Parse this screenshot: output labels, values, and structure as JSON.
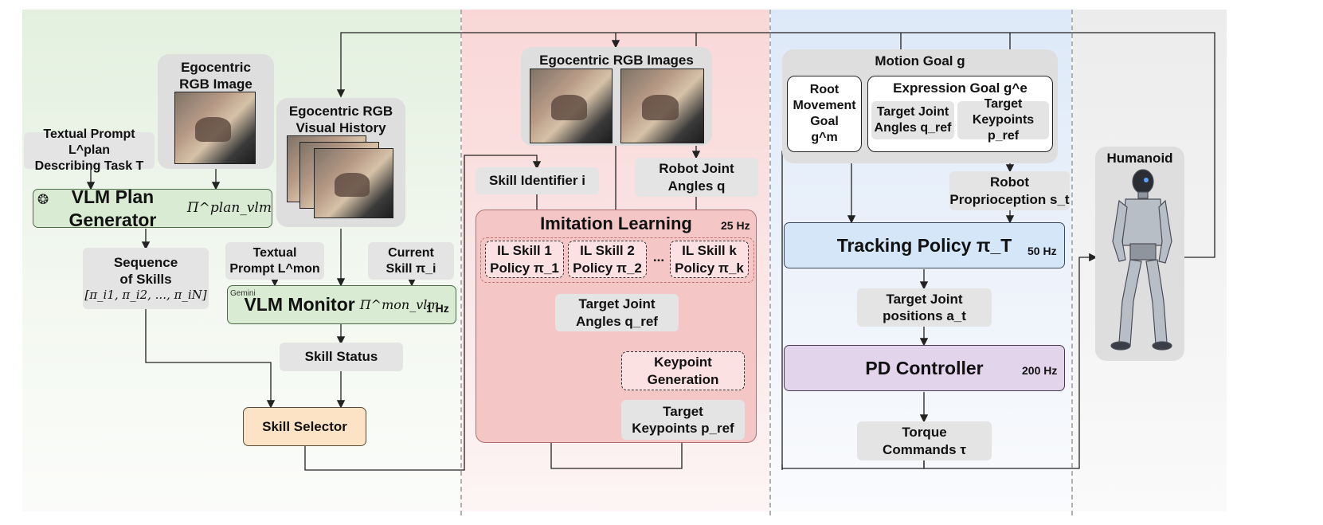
{
  "sections": {
    "planner": {
      "egocentric_image": "Egocentric\nRGB Image",
      "textual_prompt_task": "Textual Prompt L^plan\nDescribing Task T",
      "visual_history": "Egocentric RGB\nVisual History",
      "vlm_plan_generator": "VLM Plan Generator",
      "vlm_plan_math": "Π^plan_vlm",
      "sequence_of_skills": "Sequence\nof Skills",
      "sequence_math": "[π_i1, π_i2, ..., π_iN]",
      "textual_prompt_mon": "Textual\nPrompt L^mon",
      "current_skill": "Current\nSkill π_i",
      "vlm_monitor": "VLM Monitor",
      "vlm_monitor_math": "Π^mon_vlm",
      "monitor_rate": "1 Hz",
      "gemini_label": "Gemini",
      "skill_status": "Skill Status",
      "skill_selector": "Skill Selector"
    },
    "imitation": {
      "rgb_images": "Egocentric RGB Images",
      "skill_identifier": "Skill Identifier i",
      "robot_joint_angles": "Robot Joint\nAngles q",
      "title": "Imitation Learning",
      "rate": "25 Hz",
      "skills": [
        {
          "line1": "IL Skill 1",
          "line2": "Policy π_1"
        },
        {
          "line1": "IL Skill 2",
          "line2": "Policy π_2"
        },
        {
          "line1": "IL Skill k",
          "line2": "Policy π_k"
        }
      ],
      "ellipsis": "...",
      "target_joint_angles": "Target Joint\nAngles q_ref",
      "keypoint_generation": "Keypoint\nGeneration",
      "target_keypoints": "Target\nKeypoints p_ref"
    },
    "control": {
      "motion_goal": "Motion Goal g",
      "root_movement_goal": "Root\nMovement\nGoal\ng^m",
      "expression_goal": "Expression Goal g^e",
      "target_joint_angles": "Target Joint\nAngles q_ref",
      "target_keypoints": "Target\nKeypoints p_ref",
      "robot_proprioception": "Robot\nProprioception s_t",
      "tracking_policy": "Tracking Policy π_T",
      "tracking_rate": "50 Hz",
      "target_joint_positions": "Target Joint\npositions a_t",
      "pd_controller": "PD Controller",
      "pd_rate": "200 Hz",
      "torque_commands": "Torque\nCommands τ"
    },
    "robot": {
      "title": "Humanoid"
    }
  },
  "colors": {
    "green": "#d9ecd3",
    "orange": "#fde3c6",
    "red": "#f5c6c6",
    "blue": "#d5e6f8",
    "purple": "#e1d4eb",
    "grey": "#e4e4e4"
  }
}
